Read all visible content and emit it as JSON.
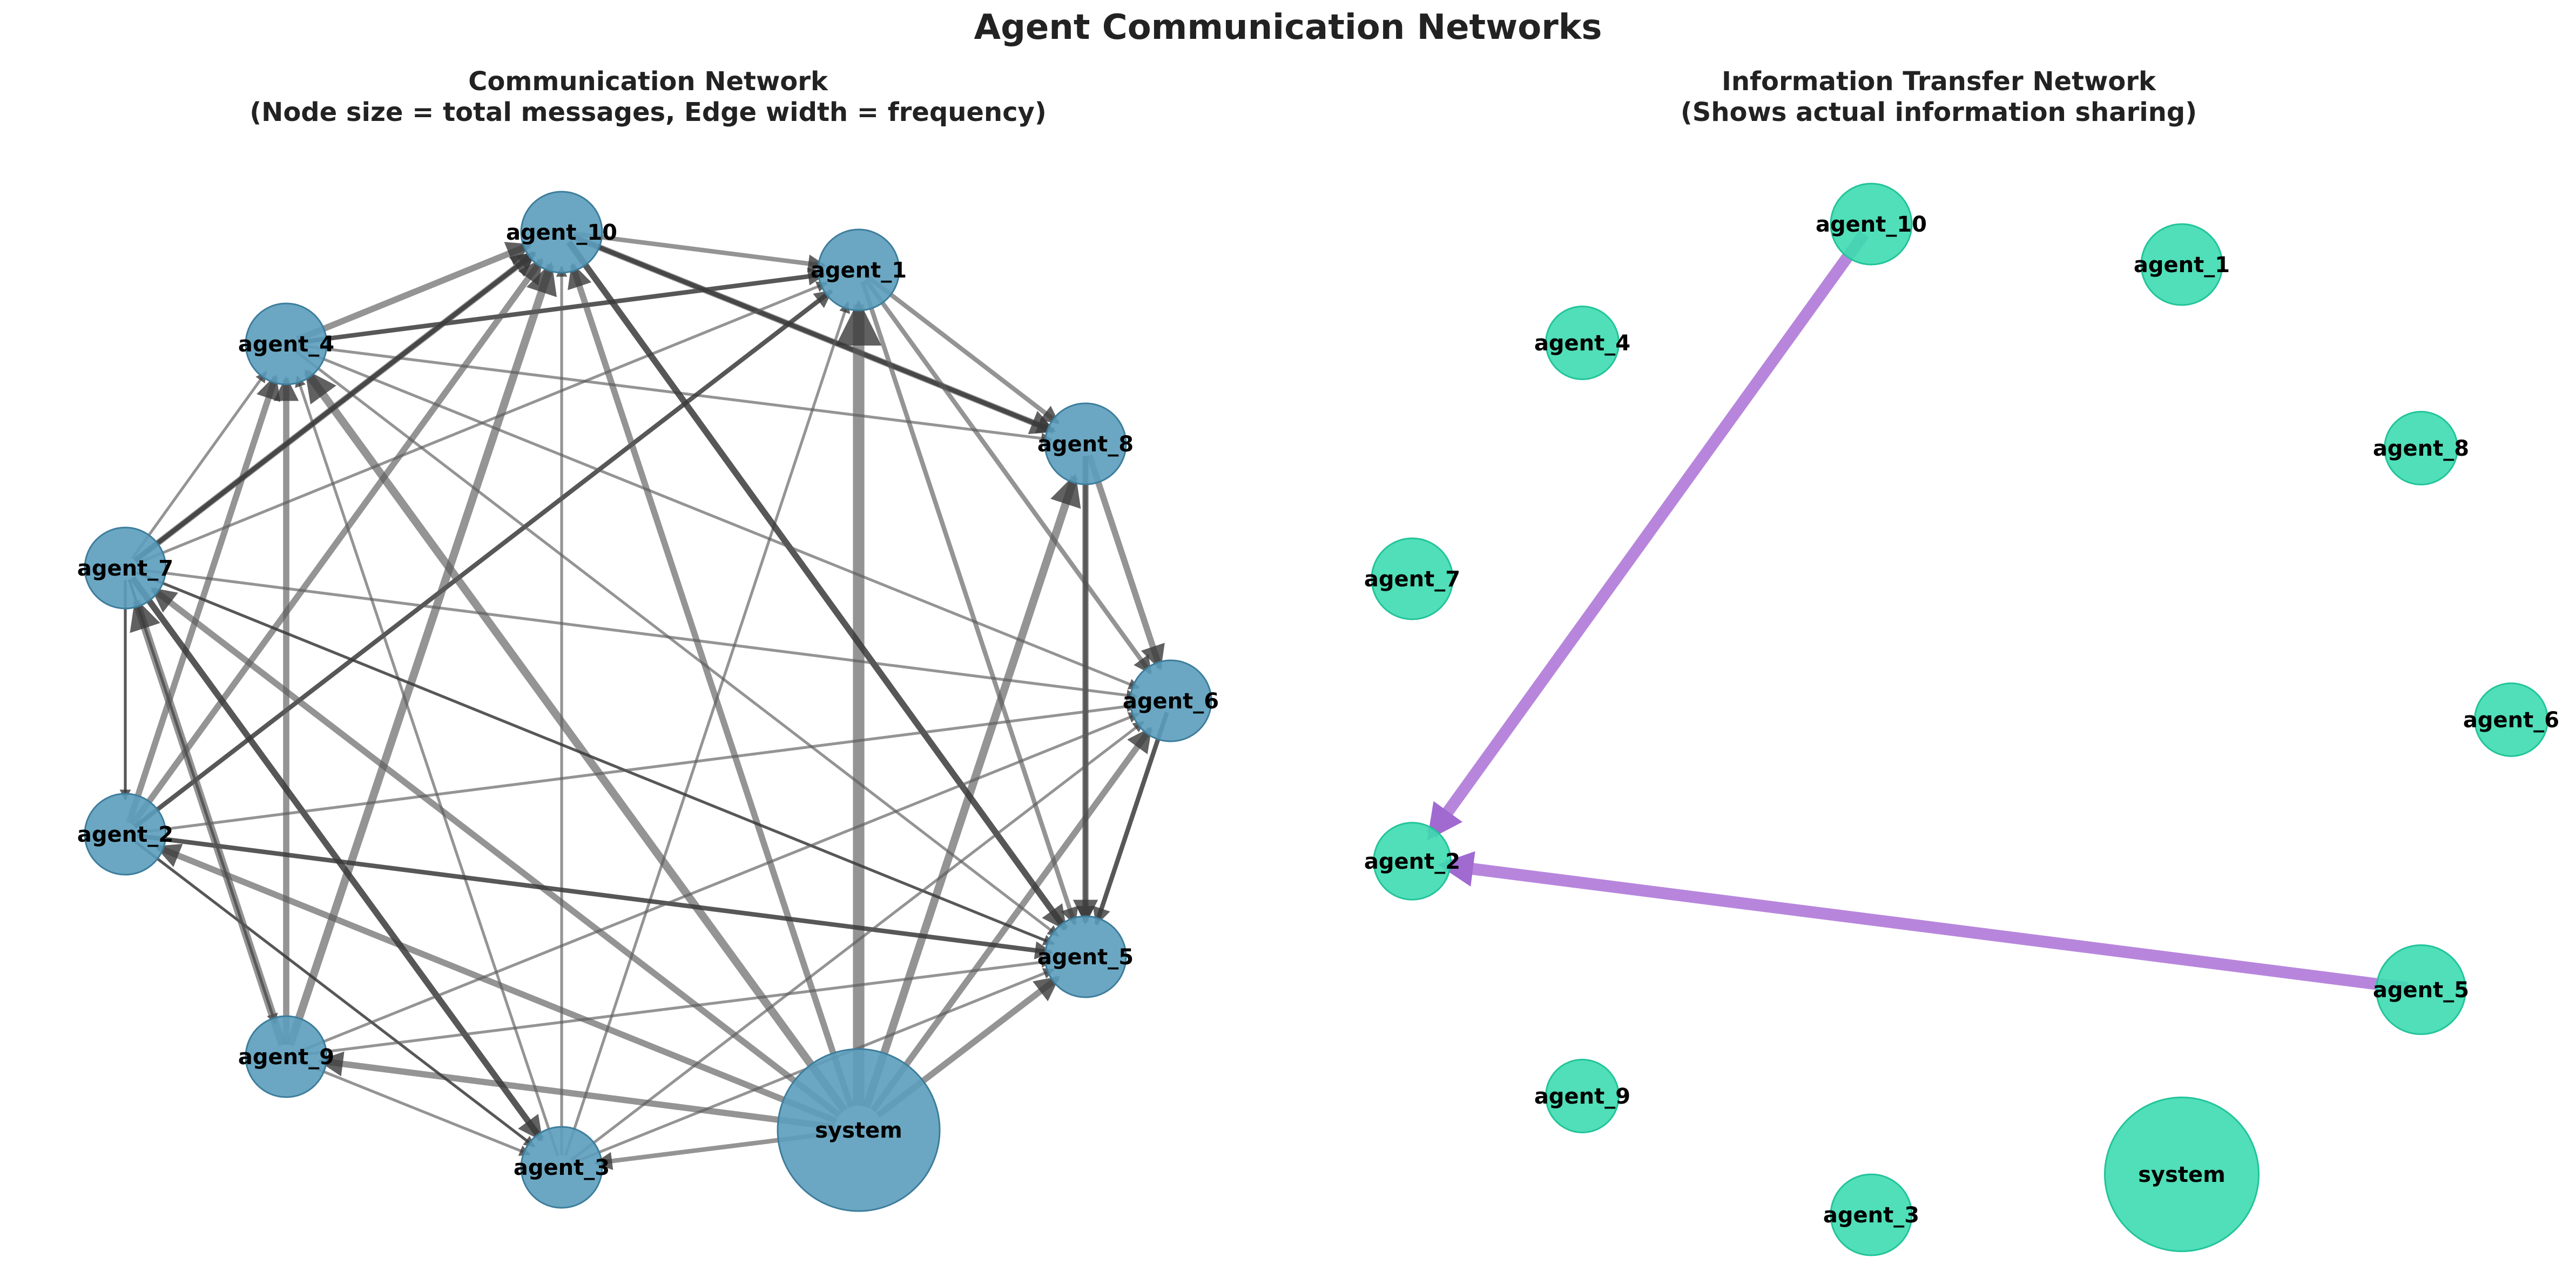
{
  "figure": {
    "title": "Agent Communication Networks"
  },
  "colors": {
    "comm_node_fill": "#5b9dbb",
    "comm_node_stroke": "#3d7d9c",
    "comm_edge": "#5a5a5a",
    "comm_edge_dark": "#3a3a3a",
    "info_node_fill": "#3ddbb0",
    "info_node_stroke": "#22c49a",
    "info_edge": "#b37fda",
    "label": "#000000"
  },
  "panels": {
    "communication": {
      "title_line1": "Communication Network",
      "title_line2": "(Node size = total messages, Edge width = frequency)",
      "nodes": [
        {
          "id": "agent_10",
          "label": "agent_10",
          "size": 1
        },
        {
          "id": "agent_1",
          "label": "agent_1",
          "size": 1
        },
        {
          "id": "agent_4",
          "label": "agent_4",
          "size": 1
        },
        {
          "id": "agent_8",
          "label": "agent_8",
          "size": 1
        },
        {
          "id": "agent_7",
          "label": "agent_7",
          "size": 1
        },
        {
          "id": "agent_6",
          "label": "agent_6",
          "size": 1
        },
        {
          "id": "agent_2",
          "label": "agent_2",
          "size": 1
        },
        {
          "id": "agent_5",
          "label": "agent_5",
          "size": 1
        },
        {
          "id": "agent_9",
          "label": "agent_9",
          "size": 1
        },
        {
          "id": "agent_3",
          "label": "agent_3",
          "size": 1
        },
        {
          "id": "system",
          "label": "system",
          "size": 4
        }
      ],
      "edges": [
        {
          "from": "agent_4",
          "to": "agent_10",
          "weight": 3
        },
        {
          "from": "agent_4",
          "to": "agent_1",
          "weight": 2,
          "dark": true
        },
        {
          "from": "agent_10",
          "to": "agent_1",
          "weight": 2
        },
        {
          "from": "agent_10",
          "to": "agent_8",
          "weight": 3
        },
        {
          "from": "agent_10",
          "to": "agent_8",
          "weight": 2,
          "dark": true
        },
        {
          "from": "agent_1",
          "to": "agent_8",
          "weight": 2
        },
        {
          "from": "agent_4",
          "to": "agent_8",
          "weight": 1
        },
        {
          "from": "agent_7",
          "to": "agent_10",
          "weight": 3
        },
        {
          "from": "agent_7",
          "to": "agent_1",
          "weight": 1
        },
        {
          "from": "agent_7",
          "to": "agent_4",
          "weight": 1
        },
        {
          "from": "agent_2",
          "to": "agent_10",
          "weight": 3
        },
        {
          "from": "agent_2",
          "to": "agent_1",
          "weight": 2,
          "dark": true
        },
        {
          "from": "agent_2",
          "to": "agent_4",
          "weight": 3
        },
        {
          "from": "agent_9",
          "to": "agent_10",
          "weight": 4
        },
        {
          "from": "agent_9",
          "to": "agent_4",
          "weight": 3
        },
        {
          "from": "agent_3",
          "to": "agent_4",
          "weight": 1
        },
        {
          "from": "agent_3",
          "to": "agent_1",
          "weight": 1
        },
        {
          "from": "agent_3",
          "to": "agent_10",
          "weight": 1
        },
        {
          "from": "system",
          "to": "agent_1",
          "weight": 6
        },
        {
          "from": "system",
          "to": "agent_10",
          "weight": 3
        },
        {
          "from": "system",
          "to": "agent_4",
          "weight": 4
        },
        {
          "from": "system",
          "to": "agent_8",
          "weight": 4
        },
        {
          "from": "system",
          "to": "agent_6",
          "weight": 3
        },
        {
          "from": "system",
          "to": "agent_5",
          "weight": 3
        },
        {
          "from": "system",
          "to": "agent_7",
          "weight": 3
        },
        {
          "from": "system",
          "to": "agent_2",
          "weight": 3
        },
        {
          "from": "system",
          "to": "agent_9",
          "weight": 3
        },
        {
          "from": "system",
          "to": "agent_3",
          "weight": 2
        },
        {
          "from": "agent_10",
          "to": "agent_5",
          "weight": 3,
          "dark": true
        },
        {
          "from": "agent_1",
          "to": "agent_5",
          "weight": 2
        },
        {
          "from": "agent_1",
          "to": "agent_6",
          "weight": 2
        },
        {
          "from": "agent_4",
          "to": "agent_5",
          "weight": 1
        },
        {
          "from": "agent_4",
          "to": "agent_6",
          "weight": 1
        },
        {
          "from": "agent_8",
          "to": "agent_6",
          "weight": 3
        },
        {
          "from": "agent_8",
          "to": "agent_5",
          "weight": 2,
          "dark": true
        },
        {
          "from": "agent_6",
          "to": "agent_5",
          "weight": 2,
          "dark": true
        },
        {
          "from": "agent_7",
          "to": "agent_6",
          "weight": 1
        },
        {
          "from": "agent_7",
          "to": "agent_5",
          "weight": 1,
          "dark": true
        },
        {
          "from": "agent_7",
          "to": "agent_2",
          "weight": 1,
          "dark": true
        },
        {
          "from": "agent_7",
          "to": "agent_9",
          "weight": 1,
          "dark": true
        },
        {
          "from": "agent_7",
          "to": "agent_3",
          "weight": 3,
          "dark": true
        },
        {
          "from": "agent_2",
          "to": "agent_5",
          "weight": 2,
          "dark": true
        },
        {
          "from": "agent_2",
          "to": "agent_6",
          "weight": 1
        },
        {
          "from": "agent_2",
          "to": "agent_3",
          "weight": 1,
          "dark": true
        },
        {
          "from": "agent_9",
          "to": "agent_5",
          "weight": 1
        },
        {
          "from": "agent_9",
          "to": "agent_6",
          "weight": 1
        },
        {
          "from": "agent_9",
          "to": "agent_7",
          "weight": 4
        },
        {
          "from": "agent_3",
          "to": "agent_6",
          "weight": 1
        },
        {
          "from": "agent_3",
          "to": "agent_5",
          "weight": 1
        },
        {
          "from": "agent_9",
          "to": "agent_3",
          "weight": 1
        },
        {
          "from": "agent_8",
          "to": "agent_5",
          "weight": 3
        },
        {
          "from": "agent_7",
          "to": "agent_10",
          "weight": 2,
          "dark": true
        }
      ]
    },
    "information": {
      "title_line1": "Information Transfer Network",
      "title_line2": "(Shows actual information sharing)",
      "nodes": [
        {
          "id": "agent_10",
          "label": "agent_10",
          "size": 1
        },
        {
          "id": "agent_1",
          "label": "agent_1",
          "size": 1
        },
        {
          "id": "agent_4",
          "label": "agent_4",
          "size": 0.9
        },
        {
          "id": "agent_8",
          "label": "agent_8",
          "size": 0.9
        },
        {
          "id": "agent_7",
          "label": "agent_7",
          "size": 1
        },
        {
          "id": "agent_6",
          "label": "agent_6",
          "size": 0.9
        },
        {
          "id": "agent_2",
          "label": "agent_2",
          "size": 0.95
        },
        {
          "id": "agent_5",
          "label": "agent_5",
          "size": 1.1
        },
        {
          "id": "agent_9",
          "label": "agent_9",
          "size": 0.9
        },
        {
          "id": "agent_3",
          "label": "agent_3",
          "size": 1
        },
        {
          "id": "system",
          "label": "system",
          "size": 3.8
        }
      ],
      "edges": [
        {
          "from": "agent_10",
          "to": "agent_2",
          "weight": 1
        },
        {
          "from": "agent_5",
          "to": "agent_2",
          "weight": 1
        }
      ]
    }
  }
}
